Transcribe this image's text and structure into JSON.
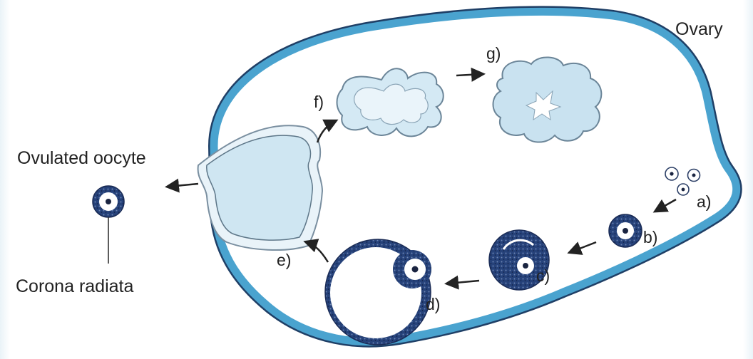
{
  "labels": {
    "ovary": "Ovary",
    "ovulated_oocyte": "Ovulated oocyte",
    "corona_radiata": "Corona radiata"
  },
  "stages": {
    "a": "a)",
    "b": "b)",
    "c": "c)",
    "d": "d)",
    "e": "e)",
    "f": "f)",
    "g": "g)"
  },
  "colors": {
    "ovary_wall": "#4aa3cf",
    "ovary_outline": "#1f3f66",
    "follicle_fill": "#cfe6f2",
    "granulosa": "#1f3566",
    "nucleus": "#1a2440",
    "text": "#222222"
  }
}
